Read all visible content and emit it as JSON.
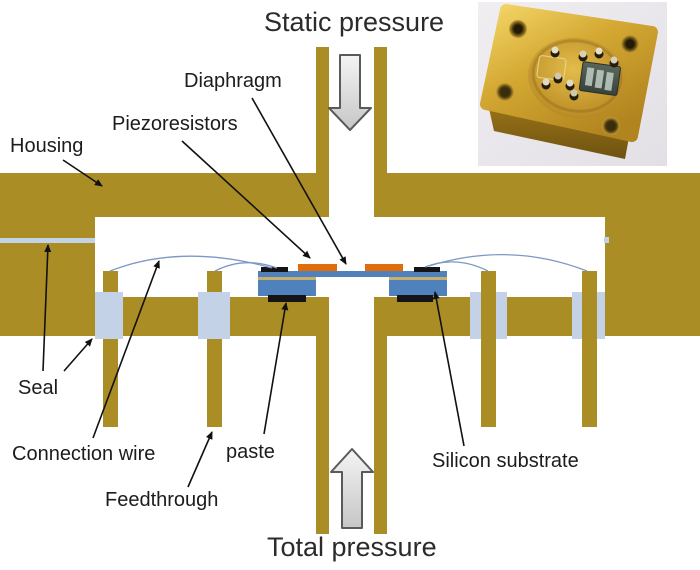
{
  "diagram": {
    "top_label": "Static pressure",
    "bottom_label": "Total pressure",
    "part_labels": {
      "housing": "Housing",
      "piezoresistors": "Piezoresistors",
      "diaphragm": "Diaphragm",
      "seal": "Seal",
      "connection_wire": "Connection wire",
      "feedthrough": "Feedthrough",
      "paste": "paste",
      "silicon_substrate": "Silicon substrate"
    },
    "colors": {
      "housing_gold": "#ab8d26",
      "seal_blue": "#c3d2e7",
      "substrate_blue": "#4f81bd",
      "piezoresistor_orange": "#e36c0a",
      "paste_black": "#141414",
      "bond_wire_blue": "#7d98c5",
      "pressure_arrow_fill_top": "#f4f4f4",
      "pressure_arrow_fill_bottom": "#c6c6c6",
      "pressure_arrow_border": "#5a5a5a",
      "label_text": "#1c1c1c",
      "photo_gold": "#d4a832"
    }
  }
}
